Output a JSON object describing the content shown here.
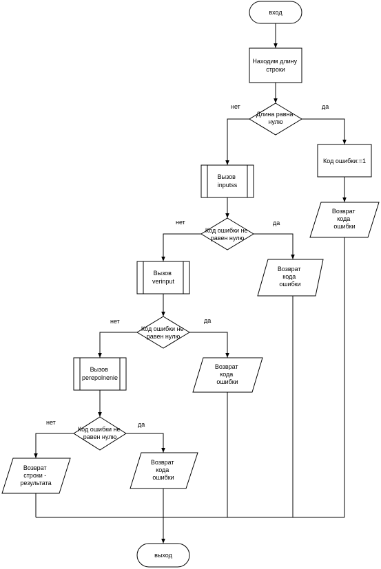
{
  "nodes": {
    "start": {
      "lines": [
        "вход"
      ]
    },
    "strlen": {
      "lines": [
        "Находим длину",
        "строки"
      ]
    },
    "cond1": {
      "lines": [
        "Длина равна",
        "нулю"
      ]
    },
    "set_error": {
      "lines": [
        "Код ошибки:=1"
      ]
    },
    "return_error1": {
      "lines": [
        "Возврат",
        "кода",
        "ошибки"
      ]
    },
    "call_inputss": {
      "lines": [
        "Вызов",
        "inputss"
      ]
    },
    "cond2": {
      "lines": [
        "Код ошибки не",
        "равен нулю"
      ]
    },
    "return_error2": {
      "lines": [
        "Возврат",
        "кода",
        "ошибки"
      ]
    },
    "call_verinput": {
      "lines": [
        "Вызов",
        "verinput"
      ]
    },
    "cond3": {
      "lines": [
        "Код ошибки не",
        "равен нулю"
      ]
    },
    "return_error3": {
      "lines": [
        "Возврат",
        "кода",
        "ошибки"
      ]
    },
    "call_perepolnenie": {
      "lines": [
        "Вызов",
        "perepolnenie"
      ]
    },
    "cond4": {
      "lines": [
        "Код ошибки не",
        "равен нулю"
      ]
    },
    "return_result": {
      "lines": [
        "Возврат",
        "строки -",
        "результата"
      ]
    },
    "return_error4": {
      "lines": [
        "Возврат",
        "кода",
        "ошибки"
      ]
    },
    "end": {
      "lines": [
        "выход"
      ]
    }
  },
  "branch_labels": {
    "cond1_no": "нет",
    "cond1_yes": "да",
    "cond2_no": "нет",
    "cond2_yes": "да",
    "cond3_no": "нет",
    "cond3_yes": "да",
    "cond4_no": "нет",
    "cond4_yes": "да"
  }
}
